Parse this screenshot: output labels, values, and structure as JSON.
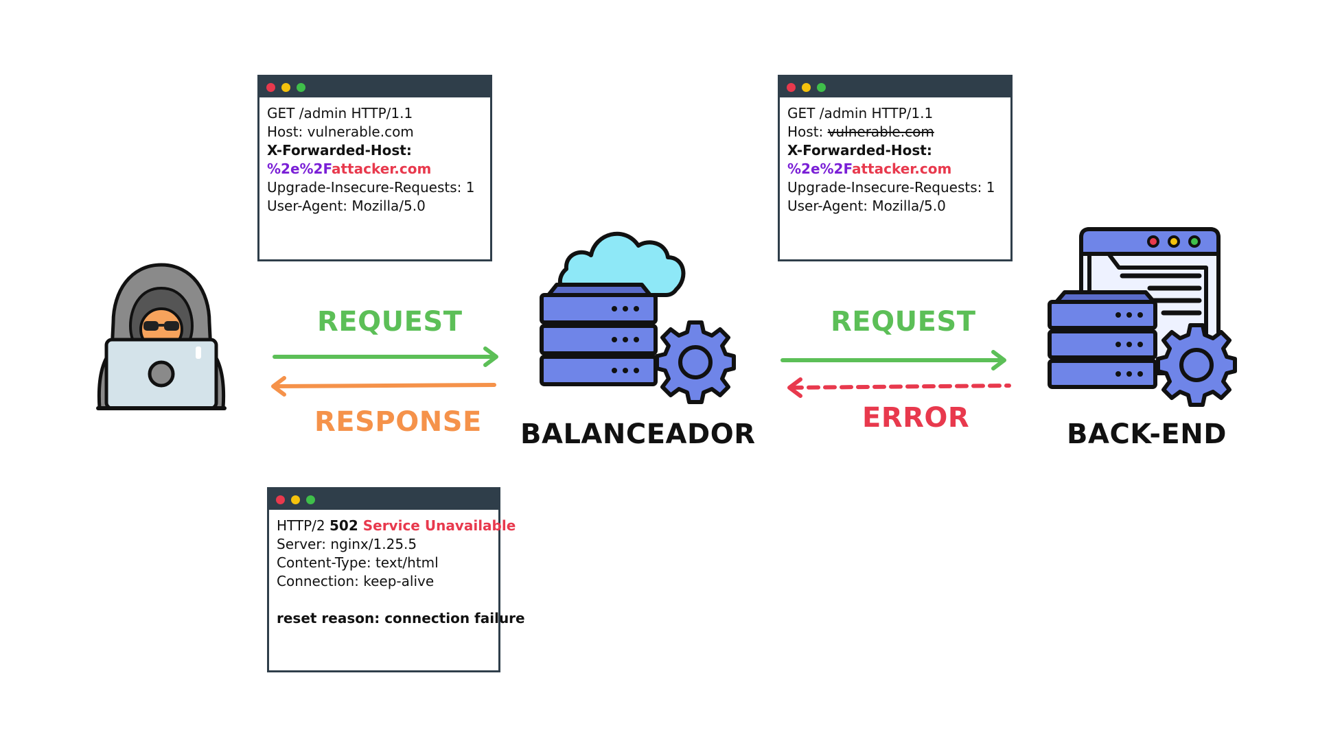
{
  "left_request_window": {
    "line1": "GET /admin HTTP/1.1",
    "line2": "Host: vulnerable.com",
    "line3": "X-Forwarded-Host:",
    "line4_encoded": "%2e%2F",
    "line4_host": "attacker.com",
    "line5": "Upgrade-Insecure-Requests: 1",
    "line6": "User-Agent: Mozilla/5.0"
  },
  "right_request_window": {
    "line1": "GET /admin HTTP/1.1",
    "line2_prefix": "Host: ",
    "line2_struck": "vulnerable.com",
    "line3": "X-Forwarded-Host:",
    "line4_encoded": "%2e%2F",
    "line4_host": "attacker.com",
    "line5": "Upgrade-Insecure-Requests: 1",
    "line6": "User-Agent: Mozilla/5.0"
  },
  "response_window": {
    "proto": "HTTP/2 ",
    "code": "502",
    "status": " Service Unavailable",
    "line2": "Server: nginx/1.25.5",
    "line3": "Content-Type: text/html",
    "line4": "Connection: keep-alive",
    "line5": "reset reason: connection failure"
  },
  "labels": {
    "request_left": "REQUEST",
    "response": "RESPONSE",
    "balancer": "BALANCEADOR",
    "request_right": "REQUEST",
    "error": "ERROR",
    "backend": "BACK-END"
  },
  "colors": {
    "request": "#5cbf57",
    "response": "#f5924a",
    "error": "#e8394d",
    "window_bar": "#2f3e4a",
    "server_blue": "#6f85e8",
    "cloud": "#8ee8f7"
  }
}
